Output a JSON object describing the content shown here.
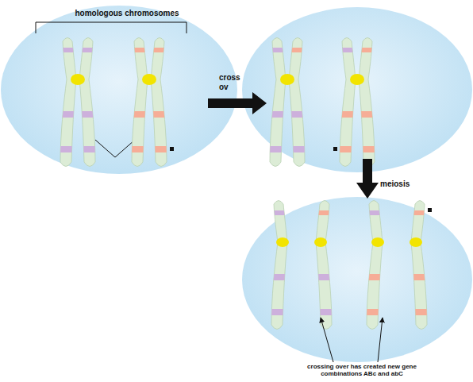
{
  "diagram": {
    "labels": [
      "homologous chromosomes",
      "cross ov",
      "meiosis",
      "crossing over has created new gene combinations ABc and abC"
    ]
  }
}
